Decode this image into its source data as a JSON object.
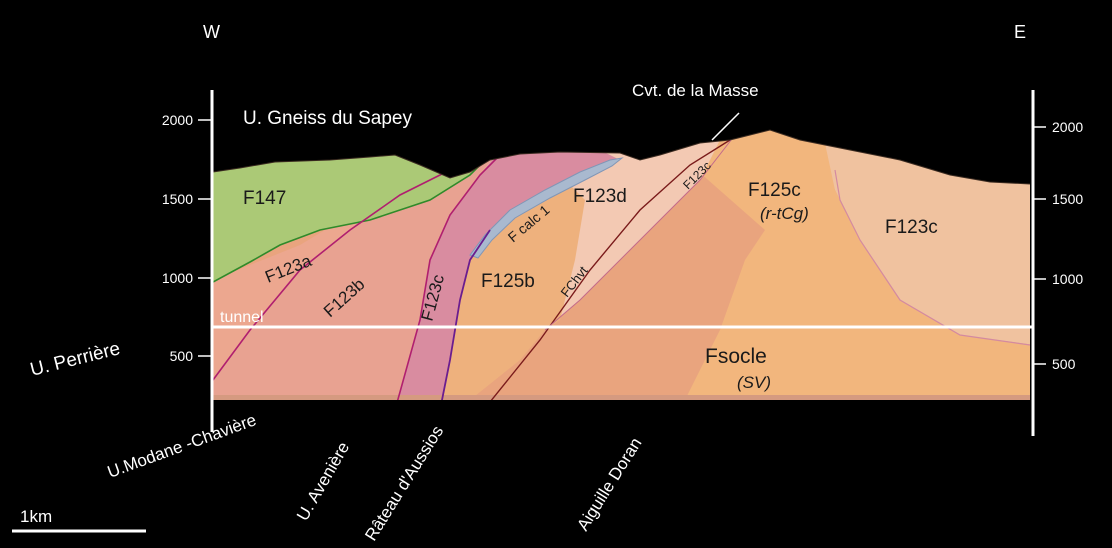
{
  "compass": {
    "west": "W",
    "east": "E"
  },
  "axis": {
    "left_ticks": [
      "2000",
      "1500",
      "1000",
      "500"
    ],
    "right_ticks": [
      "2000",
      "1500",
      "1000",
      "500"
    ]
  },
  "units_top": {
    "gneiss": "U. Gneiss du Sapey",
    "masse": "Cvt. de la Masse"
  },
  "tunnel_label": "tunnel",
  "formations": {
    "f147": "F147",
    "f123a": "F123a",
    "f123b": "F123b",
    "f123c_left": "F123c",
    "f_calc": "F calc 1",
    "f123d": "F123d",
    "f123c_top": "F123c",
    "f125b": "F125b",
    "fchvt": "FChvt",
    "f125c": "F125c",
    "f125c_sub": "(r-tCg)",
    "f123c_right": "F123c",
    "fsocle": "Fsocle",
    "fsocle_sub": "(SV)"
  },
  "units_bottom": {
    "perriere": "U. Perrière",
    "modane": "U.Modane -Chavière",
    "aveniere": "U. Avenière",
    "rateau": "Râteau d'Aussios",
    "aiguille": "Aiguille Doran"
  },
  "scale_bar": {
    "label": "1km"
  },
  "colors": {
    "background": "#000000",
    "f147": "#a8c773",
    "f123a": "#e8a88f",
    "f123c_band": "#d8849a",
    "f125": "#f0b47c",
    "f123d": "#f2c6ad",
    "f123c_right": "#f0c29f",
    "fsocle": "#e09c76",
    "tunnel": "#ffffff"
  }
}
